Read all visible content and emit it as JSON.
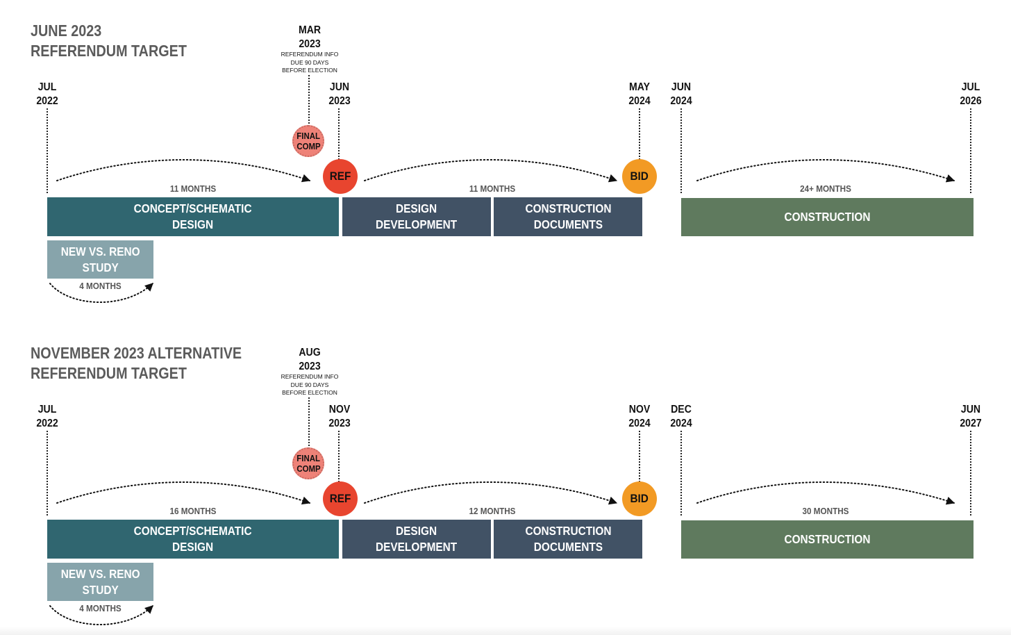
{
  "colors": {
    "concept": "#306670",
    "design": "#415265",
    "construction": "#5f7a5e",
    "study": "#87a4ab",
    "final_comp": "#ee8278",
    "ref": "#e8452f",
    "bid": "#f29a24",
    "title": "#5b5b5b"
  },
  "timelines": [
    {
      "title": [
        "JUNE 2023",
        "REFERENDUM TARGET"
      ],
      "dates": {
        "start": [
          "JUL",
          "2022"
        ],
        "final_comp": [
          "MAR",
          "2023"
        ],
        "ref": [
          "JUN",
          "2023"
        ],
        "bid": [
          "MAY",
          "2024"
        ],
        "construction_start": [
          "JUN",
          "2024"
        ],
        "end": [
          "JUL",
          "2026"
        ]
      },
      "note": [
        "REFERENDUM INFO",
        "DUE 90 DAYS",
        "BEFORE ELECTION"
      ],
      "markers": {
        "final_comp": [
          "FINAL",
          "COMP"
        ],
        "ref": "REF",
        "bid": "BID"
      },
      "durations": {
        "concept": "11 MONTHS",
        "design": "11 MONTHS",
        "construction": "24+ MONTHS",
        "study": "4 MONTHS"
      },
      "phases": {
        "concept": [
          "CONCEPT/SCHEMATIC",
          "DESIGN"
        ],
        "design_development": [
          "DESIGN",
          "DEVELOPMENT"
        ],
        "construction_documents": [
          "CONSTRUCTION",
          "DOCUMENTS"
        ],
        "construction": "CONSTRUCTION",
        "study": [
          "NEW VS. RENO",
          "STUDY"
        ]
      }
    },
    {
      "title": [
        "NOVEMBER 2023 ALTERNATIVE",
        "REFERENDUM TARGET"
      ],
      "dates": {
        "start": [
          "JUL",
          "2022"
        ],
        "final_comp": [
          "AUG",
          "2023"
        ],
        "ref": [
          "NOV",
          "2023"
        ],
        "bid": [
          "NOV",
          "2024"
        ],
        "construction_start": [
          "DEC",
          "2024"
        ],
        "end": [
          "JUN",
          "2027"
        ]
      },
      "note": [
        "REFERENDUM INFO",
        "DUE 90 DAYS",
        "BEFORE ELECTION"
      ],
      "markers": {
        "final_comp": [
          "FINAL",
          "COMP"
        ],
        "ref": "REF",
        "bid": "BID"
      },
      "durations": {
        "concept": "16 MONTHS",
        "design": "12 MONTHS",
        "construction": "30 MONTHS",
        "study": "4 MONTHS"
      },
      "phases": {
        "concept": [
          "CONCEPT/SCHEMATIC",
          "DESIGN"
        ],
        "design_development": [
          "DESIGN",
          "DEVELOPMENT"
        ],
        "construction_documents": [
          "CONSTRUCTION",
          "DOCUMENTS"
        ],
        "construction": "CONSTRUCTION",
        "study": [
          "NEW VS. RENO",
          "STUDY"
        ]
      }
    }
  ]
}
